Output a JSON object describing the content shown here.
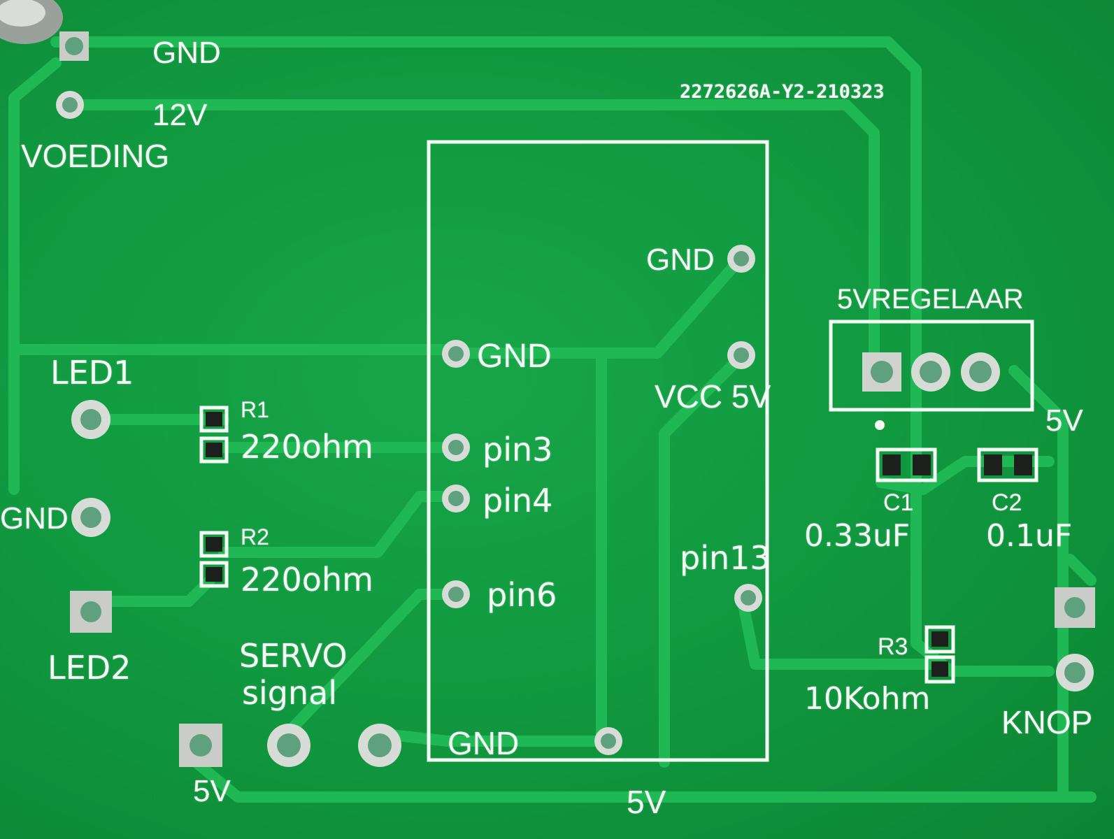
{
  "board": {
    "colors": {
      "solder_mask": "#119a41",
      "trace": "#1fb854",
      "silkscreen": "#f4fbf4",
      "pad_ring": "#d8dcd6",
      "pad_hole": "#5fa07e"
    },
    "board_id": "2272626A-Y2-210323",
    "power": {
      "gnd": "GND",
      "v12": "12V",
      "name": "VOEDING"
    },
    "mcu": {
      "gnd_top": "GND",
      "gnd_left": "GND",
      "vcc": "VCC 5V",
      "pin3": "pin3",
      "pin4": "pin4",
      "pin6": "pin6",
      "pin13": "pin13",
      "gnd_bottom": "GND"
    },
    "led1": "LED1",
    "led2": "LED2",
    "gnd_side": "GND",
    "r1": {
      "ref": "R1",
      "value": "220ohm"
    },
    "r2": {
      "ref": "R2",
      "value": "220ohm"
    },
    "servo": {
      "title": "SERVO",
      "sub": "signal",
      "v5": "5V"
    },
    "rail_5v": "5V",
    "regulator": {
      "name": "5VREGELAAR",
      "out": "5V"
    },
    "c1": {
      "ref": "C1",
      "value": "0.33uF"
    },
    "c2": {
      "ref": "C2",
      "value": "0.1uF"
    },
    "r3": {
      "ref": "R3",
      "value": "10Kohm"
    },
    "knop": "KNOP"
  }
}
